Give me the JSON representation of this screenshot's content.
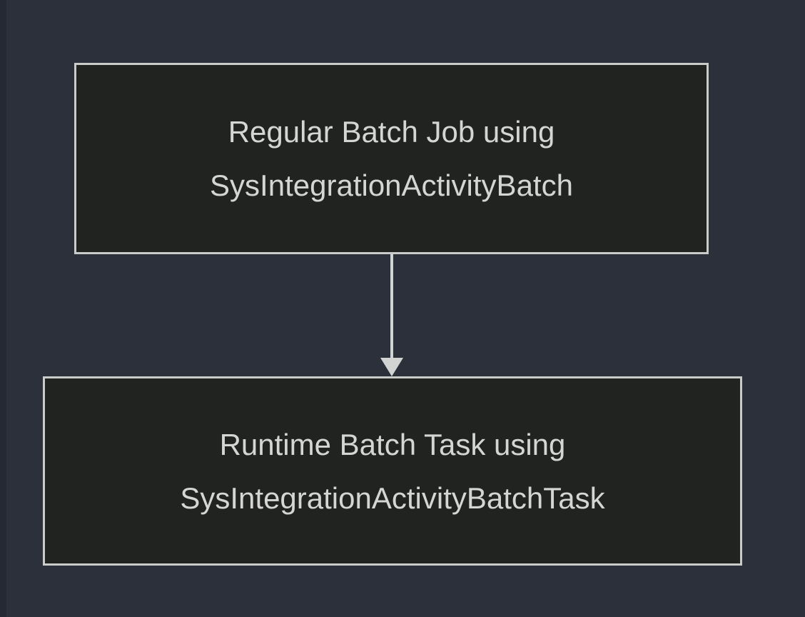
{
  "page": {
    "background_color": "#2b303b",
    "left_strip_color": "#252933"
  },
  "diagram": {
    "type": "flowchart",
    "style": {
      "node_fill": "#212320",
      "node_border_color": "#c9cbca",
      "text_color": "#d4d5d4",
      "arrow_color": "#d2d4d3"
    },
    "nodes": [
      {
        "id": "regular-batch-job",
        "line1": "Regular Batch Job using",
        "line2": "SysIntegrationActivityBatch"
      },
      {
        "id": "runtime-batch-task",
        "line1": "Runtime Batch Task using",
        "line2": "SysIntegrationActivityBatchTask"
      }
    ],
    "edges": [
      {
        "from": "regular-batch-job",
        "to": "runtime-batch-task",
        "direction": "down",
        "arrowhead": "filled-triangle"
      }
    ]
  }
}
